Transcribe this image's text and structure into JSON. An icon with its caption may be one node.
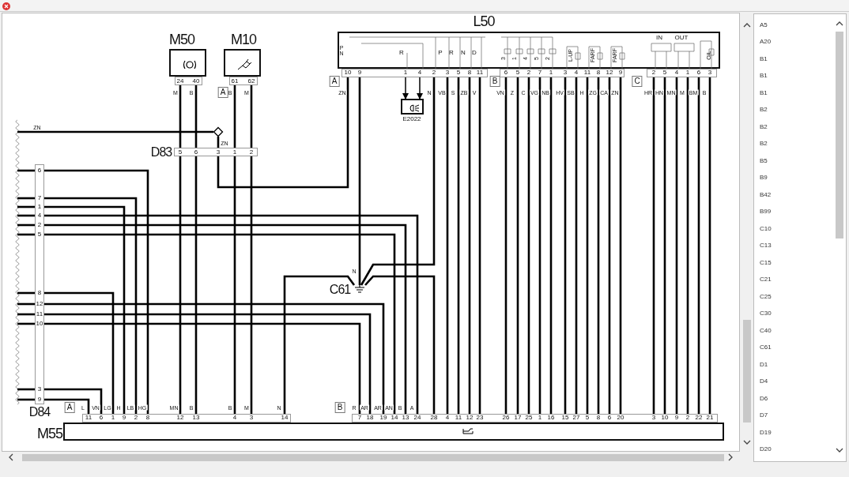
{
  "diagram": {
    "nodes": [
      {
        "text": [
          "M50"
        ]
      },
      {
        "text": [
          "M10"
        ]
      },
      {
        "text": [
          "L50"
        ]
      },
      {
        "text": [
          "E2022"
        ]
      },
      {
        "text": [],
        "shape": "diamond"
      },
      {
        "text": [
          "D83"
        ]
      },
      {
        "text": [
          "C61"
        ]
      },
      {
        "text": [
          "D84"
        ]
      },
      {
        "text": [
          "M55"
        ]
      }
    ],
    "edges": [
      {
        "from": 0,
        "to": 5,
        "arrow": "none",
        "label": "M"
      },
      {
        "from": 0,
        "to": 5,
        "arrow": "none",
        "label": "B"
      },
      {
        "from": 1,
        "to": 5,
        "arrow": "none",
        "label": "B"
      },
      {
        "from": 1,
        "to": 5,
        "arrow": "none",
        "label": "M"
      },
      {
        "from": null,
        "to": 4,
        "arrow": "none",
        "label": "ZN"
      },
      {
        "from": 4,
        "to": 5,
        "arrow": "none",
        "label": "ZN"
      },
      {
        "from": 5,
        "to": 2,
        "arrow": "none",
        "label": "ZN"
      },
      {
        "from": 2,
        "to": 6,
        "arrow": "none",
        "label": "N"
      },
      {
        "from": 2,
        "to": 6,
        "arrow": "none",
        "label": "N"
      },
      {
        "from": 6,
        "to": 8,
        "arrow": "none"
      },
      {
        "from": 6,
        "to": 8,
        "arrow": "none",
        "label": "N"
      },
      {
        "from": 2,
        "to": 3,
        "arrow": "to"
      },
      {
        "from": 2,
        "to": 3,
        "arrow": "to"
      },
      {
        "from": 5,
        "to": 8,
        "arrow": "none",
        "label": "MN"
      },
      {
        "from": 5,
        "to": 8,
        "arrow": "none",
        "label": "B"
      },
      {
        "from": 5,
        "to": 8,
        "arrow": "none",
        "label": "B"
      },
      {
        "from": 5,
        "to": 8,
        "arrow": "none",
        "label": "M"
      },
      {
        "from": 2,
        "to": 8,
        "arrow": "none",
        "label": "VB"
      },
      {
        "from": 2,
        "to": 8,
        "arrow": "none",
        "label": "S"
      },
      {
        "from": 2,
        "to": 8,
        "arrow": "none",
        "label": "ZB"
      },
      {
        "from": 2,
        "to": 8,
        "arrow": "none",
        "label": "V"
      },
      {
        "from": 2,
        "to": 8,
        "arrow": "none",
        "label": "VN"
      },
      {
        "from": 2,
        "to": 8,
        "arrow": "none",
        "label": "Z"
      },
      {
        "from": 2,
        "to": 8,
        "arrow": "none",
        "label": "C"
      },
      {
        "from": 2,
        "to": 8,
        "arrow": "none",
        "label": "VG"
      },
      {
        "from": 2,
        "to": 8,
        "arrow": "none",
        "label": "NB"
      },
      {
        "from": 2,
        "to": 8,
        "arrow": "none",
        "label": "HV"
      },
      {
        "from": 2,
        "to": 8,
        "arrow": "none",
        "label": "SB"
      },
      {
        "from": 2,
        "to": 8,
        "arrow": "none",
        "label": "H"
      },
      {
        "from": 2,
        "to": 8,
        "arrow": "none",
        "label": "ZG"
      },
      {
        "from": 2,
        "to": 8,
        "arrow": "none",
        "label": "CA"
      },
      {
        "from": 2,
        "to": 8,
        "arrow": "none",
        "label": "ZN"
      },
      {
        "from": 2,
        "to": 8,
        "arrow": "none",
        "label": "HR"
      },
      {
        "from": 2,
        "to": 8,
        "arrow": "none",
        "label": "HN"
      },
      {
        "from": 2,
        "to": 8,
        "arrow": "none",
        "label": "MN"
      },
      {
        "from": 2,
        "to": 8,
        "arrow": "none",
        "label": "M"
      },
      {
        "from": 2,
        "to": 8,
        "arrow": "none",
        "label": "BM"
      },
      {
        "from": 2,
        "to": 8,
        "arrow": "none",
        "label": "B"
      },
      {
        "from": 7,
        "to": 8,
        "arrow": "none",
        "label": "HG"
      },
      {
        "from": 7,
        "to": 8,
        "arrow": "none",
        "label": "LB"
      },
      {
        "from": 7,
        "to": 8,
        "arrow": "none",
        "label": "H"
      },
      {
        "from": 7,
        "to": 8,
        "arrow": "none",
        "label": "A"
      },
      {
        "from": 7,
        "to": 8,
        "arrow": "none",
        "label": "B"
      },
      {
        "from": 7,
        "to": 8,
        "arrow": "none",
        "label": "AN"
      },
      {
        "from": 7,
        "to": 8,
        "arrow": "none",
        "label": "LG"
      },
      {
        "from": 7,
        "to": 8,
        "arrow": "none",
        "label": "AR"
      },
      {
        "from": 7,
        "to": 8,
        "arrow": "none",
        "label": "AR"
      },
      {
        "from": 7,
        "to": 8,
        "arrow": "none",
        "label": "R"
      },
      {
        "from": 7,
        "to": 8,
        "arrow": "none",
        "label": "VN"
      },
      {
        "from": 7,
        "to": 8,
        "arrow": "none",
        "label": "L"
      },
      {
        "from": null,
        "to": 7,
        "arrow": "none"
      },
      {
        "from": null,
        "to": 7,
        "arrow": "none"
      },
      {
        "from": null,
        "to": 7,
        "arrow": "none"
      },
      {
        "from": null,
        "to": 7,
        "arrow": "none"
      },
      {
        "from": null,
        "to": 7,
        "arrow": "none"
      },
      {
        "from": null,
        "to": 7,
        "arrow": "none"
      },
      {
        "from": null,
        "to": 7,
        "arrow": "none"
      },
      {
        "from": null,
        "to": 7,
        "arrow": "none"
      },
      {
        "from": null,
        "to": 7,
        "arrow": "none"
      },
      {
        "from": null,
        "to": 7,
        "arrow": "none"
      },
      {
        "from": null,
        "to": 7,
        "arrow": "none"
      },
      {
        "from": null,
        "to": 7,
        "arrow": "none"
      }
    ],
    "labels": [
      "24",
      "40",
      "A",
      "61",
      "62",
      "P N",
      "R",
      "P",
      "R",
      "N",
      "D",
      "3",
      "1",
      "4",
      "5",
      "2",
      "L-UP",
      "FARF",
      "FARF",
      "IN",
      "OUT",
      "OIL",
      "A",
      "10",
      "9",
      "1",
      "4",
      "2",
      "3",
      "5",
      "8",
      "11",
      "B",
      "6",
      "5",
      "2",
      "7",
      "1",
      "3",
      "4",
      "11",
      "8",
      "12",
      "9",
      "C",
      "2",
      "5",
      "4",
      "1",
      "6",
      "3",
      "5",
      "6",
      "3",
      "1",
      "2",
      "6",
      "7",
      "1",
      "4",
      "2",
      "5",
      "8",
      "12",
      "11",
      "10",
      "3",
      "9",
      "A",
      "11",
      "6",
      "1",
      "9",
      "2",
      "8",
      "12",
      "13",
      "4",
      "3",
      "14",
      "B",
      "7",
      "18",
      "19",
      "14",
      "13",
      "24",
      "28",
      "4",
      "11",
      "12",
      "23",
      "26",
      "17",
      "25",
      "1",
      "16",
      "15",
      "27",
      "5",
      "8",
      "6",
      "20",
      "3",
      "10",
      "9",
      "2",
      "22",
      "21",
      "A5",
      "A20",
      "B1",
      "B1",
      "B1",
      "B2",
      "B2",
      "B2",
      "B5",
      "B9",
      "B42",
      "B99",
      "C10",
      "C13",
      "C15",
      "C21",
      "C25",
      "C30",
      "C40",
      "C61",
      "D1",
      "D4",
      "D6",
      "D7",
      "D19",
      "D20"
    ]
  }
}
